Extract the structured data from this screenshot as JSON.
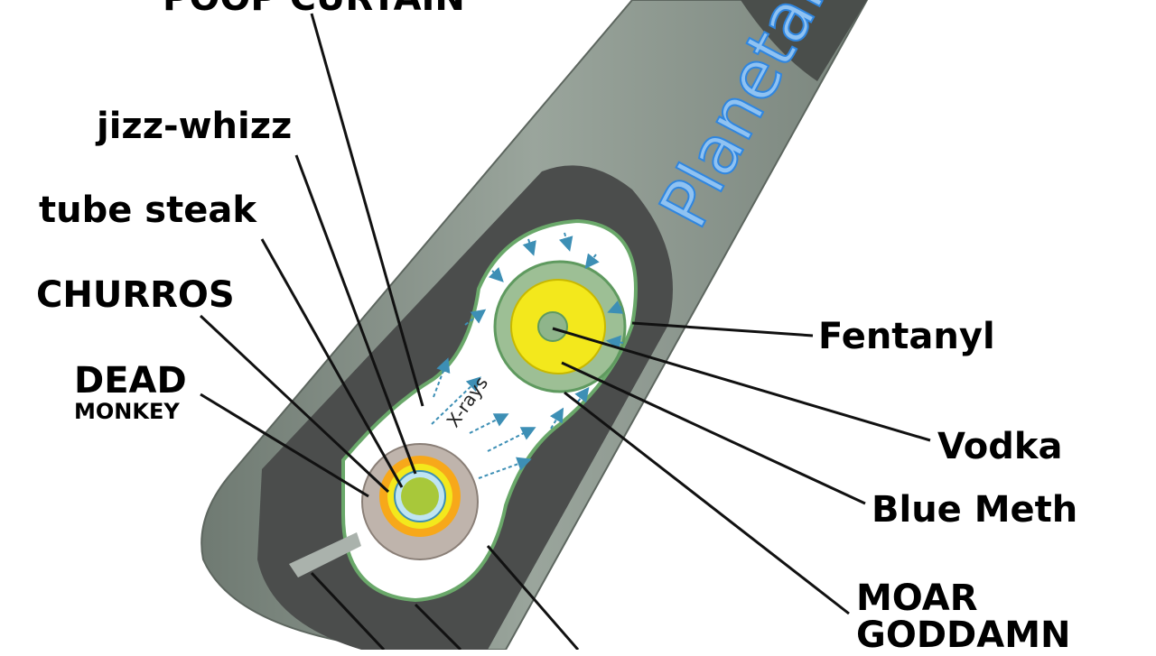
{
  "labels": {
    "top": "POOP CURTAIN",
    "jizz": "jizz-whizz",
    "tube": "tube steak",
    "churros": "CHURROS",
    "dead": "DEAD",
    "monkey": "MONKEY",
    "fentanyl": "Fentanyl",
    "vodka": "Vodka",
    "blue_meth": "Blue Meth",
    "moar": "MOAR",
    "goddamn": "GODDAMN"
  },
  "diagram_text": {
    "xrays": "X-rays"
  },
  "watermark": "PlanetaryStatusR",
  "colors": {
    "casing": "#8a958c",
    "dark": "#4b4d4c",
    "green": "#7db07a",
    "yellow": "#f3e81c",
    "arrow": "#3d8fb5",
    "watermark": "#2f86e0"
  }
}
